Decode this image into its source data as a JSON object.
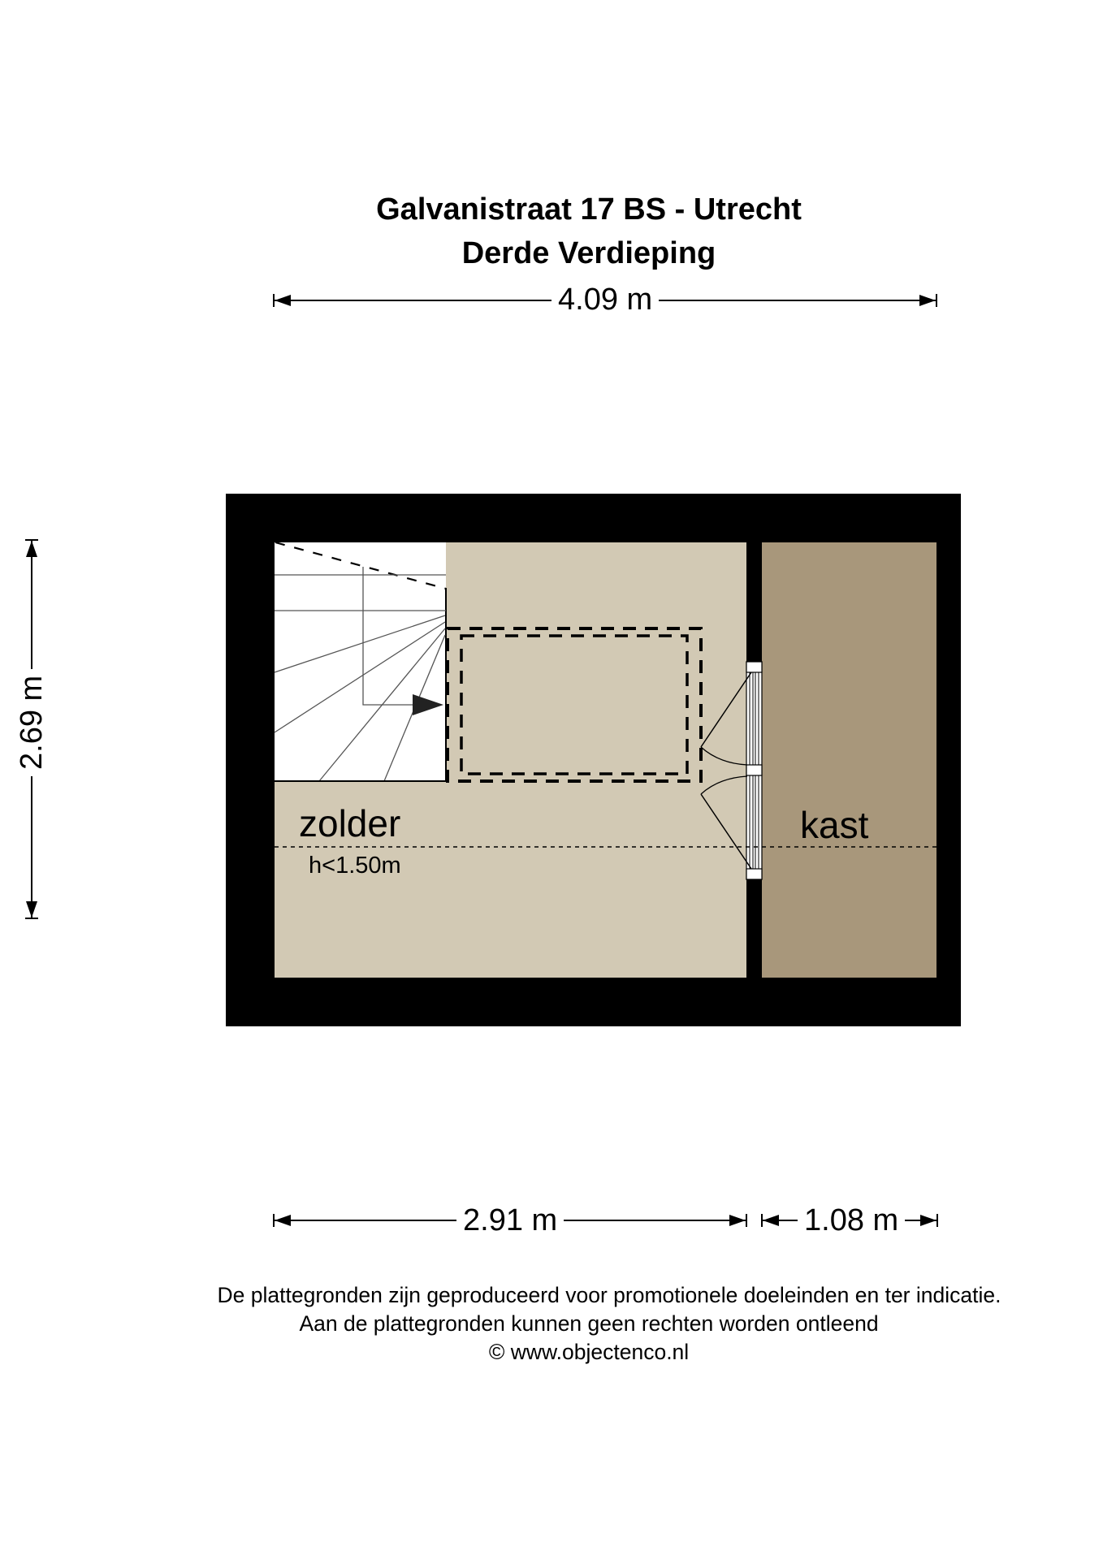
{
  "header": {
    "title": "Galvanistraat 17 BS - Utrecht",
    "subtitle": "Derde Verdieping"
  },
  "dimensions": {
    "total_width": "4.09 m",
    "total_depth": "2.69 m",
    "zolder_width": "2.91 m",
    "kast_width": "1.08 m"
  },
  "rooms": [
    {
      "name": "zolder",
      "note": "h<1.50m",
      "color": "#d2c9b4"
    },
    {
      "name": "kast",
      "note": "",
      "color": "#a8977b"
    }
  ],
  "colors": {
    "wall": "#000000",
    "zolder_floor": "#d2c9b4",
    "kast_floor": "#a8977b",
    "stair_area": "#ffffff"
  },
  "footer": {
    "line1": "De plattegronden zijn geproduceerd voor promotionele doeleinden en ter indicatie.",
    "line2": "Aan de plattegronden kunnen geen rechten worden ontleend",
    "line3": "© www.objectenco.nl"
  }
}
